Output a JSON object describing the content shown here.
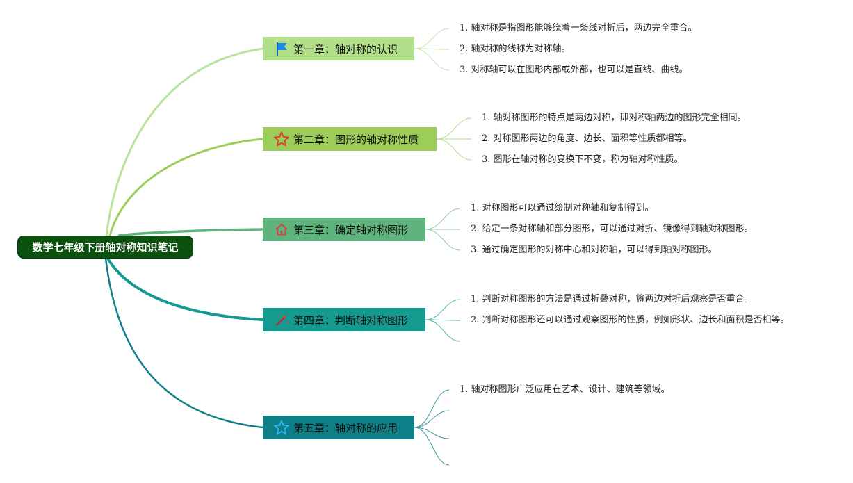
{
  "root": {
    "title": "数学七年级下册轴对称知识笔记"
  },
  "chapters": [
    {
      "title": "第一章：轴对称的认识",
      "icon": "blue-flag-icon",
      "color": "#b2df8a",
      "items": [
        "1. 轴对称是指图形能够绕着一条线对折后，两边完全重合。",
        "2. 轴对称的线称为对称轴。",
        "3. 对称轴可以在图形内部或外部，也可以是直线、曲线。"
      ]
    },
    {
      "title": "第二章：图形的轴对称性质",
      "icon": "red-star-outline-icon",
      "color": "#9ccc5a",
      "items": [
        "1. 轴对称图形的特点是两边对称，即对称轴两边的图形完全相同。",
        "2. 对称图形两边的角度、边长、面积等性质都相等。",
        "3. 图形在轴对称的变换下不变，称为轴对称性质。"
      ]
    },
    {
      "title": "第三章：确定轴对称图形",
      "icon": "house-icon",
      "color": "#5fb47d",
      "items": [
        "1. 对称图形可以通过绘制对称轴和复制得到。",
        "2. 给定一条对称轴和部分图形，可以通过对折、镜像得到轴对称图形。",
        "3. 通过确定图形的对称中心和对称轴，可以得到轴对称图形。"
      ]
    },
    {
      "title": "第四章：判断轴对称图形",
      "icon": "magic-wand-icon",
      "color": "#159a8f",
      "items": [
        "1. 判断对称图形的方法是通过折叠对称，将两边对折后观察是否重合。",
        "2. 判断对称图形还可以通过观察图形的性质，例如形状、边长和面积是否相等。",
        ""
      ]
    },
    {
      "title": "第五章：轴对称的应用",
      "icon": "blue-star-outline-icon",
      "color": "#0f7f87",
      "items": [
        "1. 轴对称图形广泛应用在艺术、设计、建筑等领域。",
        "",
        "",
        ""
      ]
    }
  ]
}
